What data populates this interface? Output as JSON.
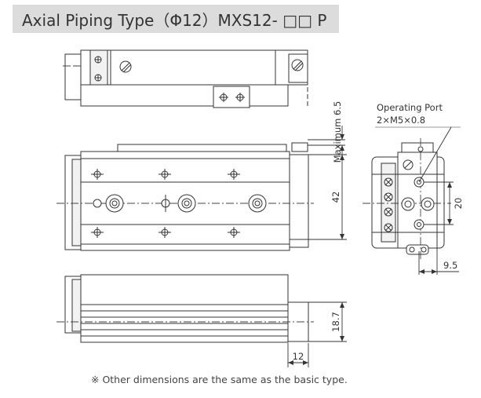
{
  "title": "Axial Piping Type（Φ12）MXS12- □□ P",
  "labels": {
    "maximum": "Maximum 6.5",
    "operating_port": "Operating Port",
    "port_spec": "2×M5×0.8",
    "dim_42": "42",
    "dim_20": "20",
    "dim_9_5": "9.5",
    "dim_18_7": "18.7",
    "dim_12": "12"
  },
  "note": "※ Other dimensions are the same as the basic type."
}
